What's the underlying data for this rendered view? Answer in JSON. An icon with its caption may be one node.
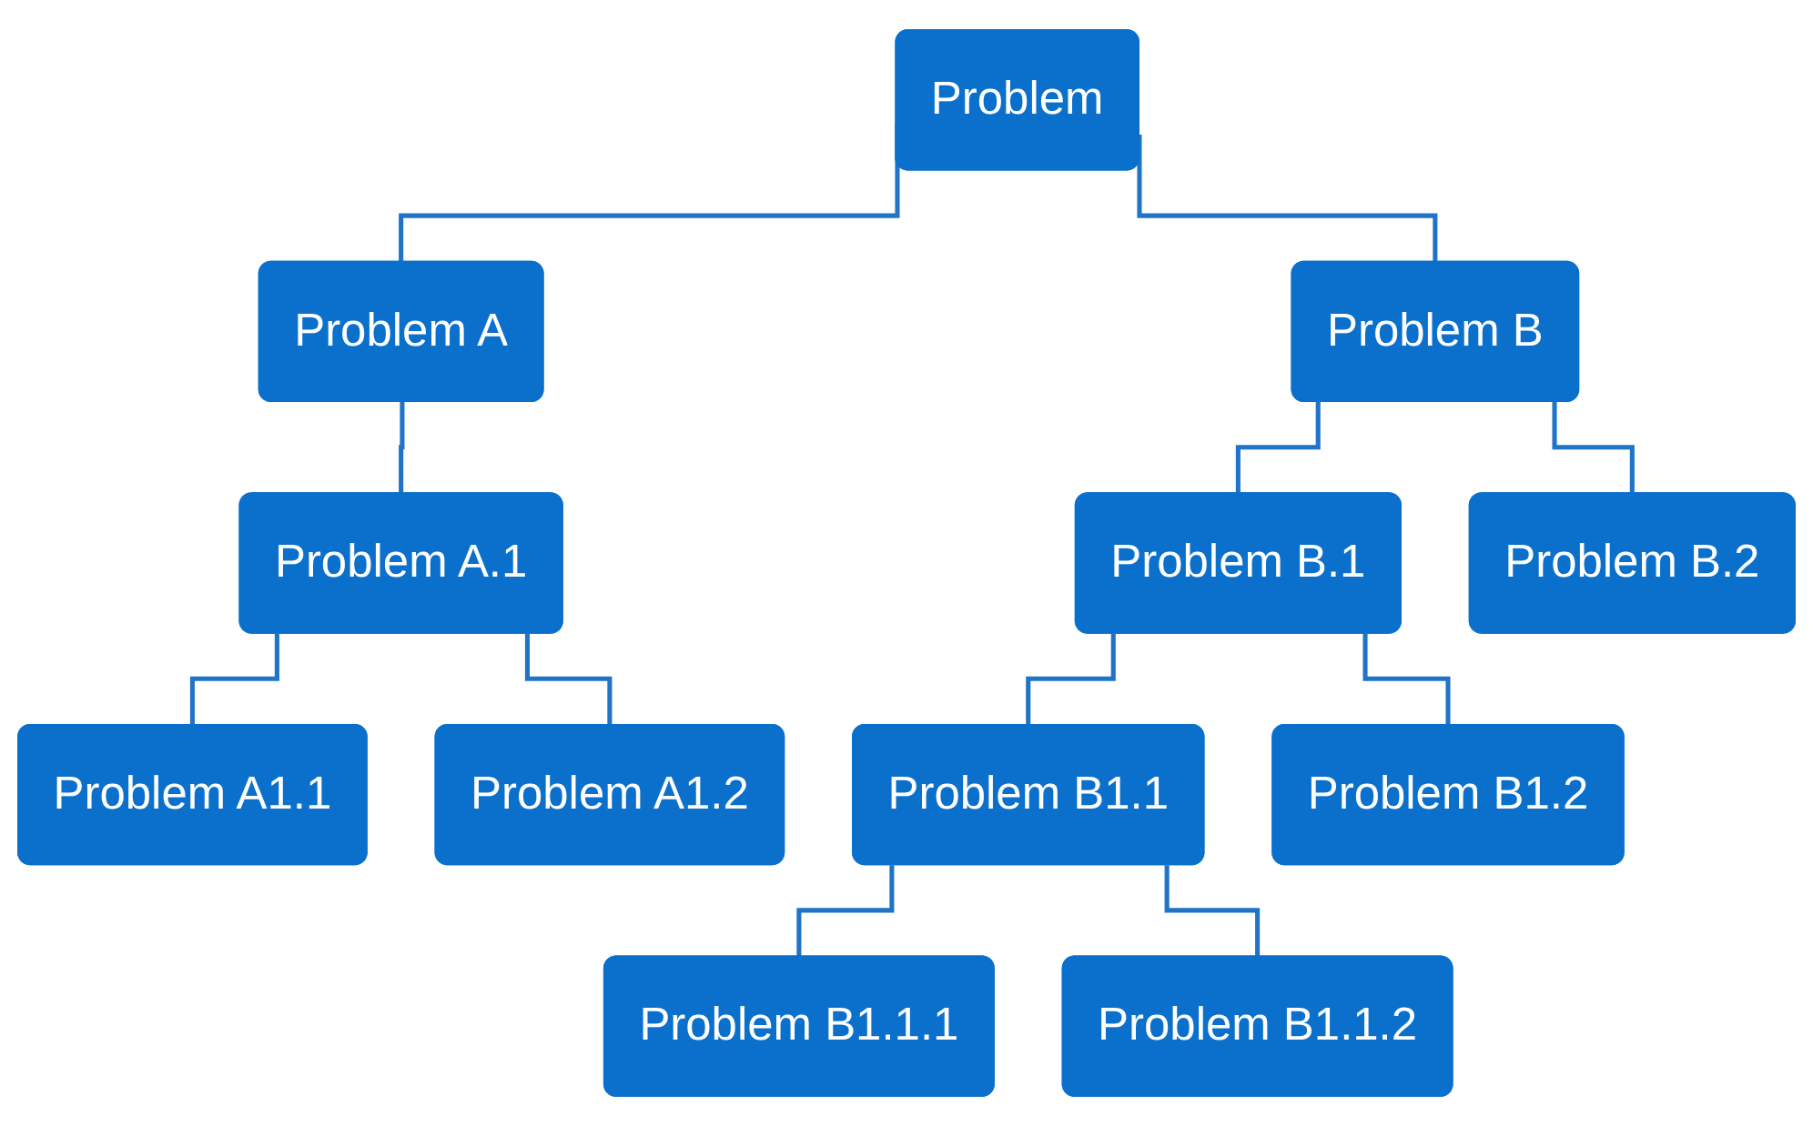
{
  "diagram": {
    "nodes": [
      {
        "text": [
          "Problem"
        ]
      },
      {
        "text": [
          "Problem A"
        ]
      },
      {
        "text": [
          "Problem B"
        ]
      },
      {
        "text": [
          "Problem A.1"
        ]
      },
      {
        "text": [
          "Problem A1.1"
        ]
      },
      {
        "text": [
          "Problem A1.2"
        ]
      },
      {
        "text": [
          "Problem B.1"
        ]
      },
      {
        "text": [
          "Problem B.2"
        ]
      },
      {
        "text": [
          "Problem B1.1"
        ]
      },
      {
        "text": [
          "Problem B1.2"
        ]
      },
      {
        "text": [
          "Problem B1.1.1"
        ]
      },
      {
        "text": [
          "Problem B1.1.2"
        ]
      }
    ],
    "edges": [
      {
        "from": 0,
        "to": 1,
        "arrow": "none"
      },
      {
        "from": 0,
        "to": 2,
        "arrow": "none"
      },
      {
        "from": 1,
        "to": 3,
        "arrow": "none"
      },
      {
        "from": 3,
        "to": 4,
        "arrow": "none"
      },
      {
        "from": 3,
        "to": 5,
        "arrow": "none"
      },
      {
        "from": 2,
        "to": 6,
        "arrow": "none"
      },
      {
        "from": 2,
        "to": 7,
        "arrow": "none"
      },
      {
        "from": 6,
        "to": 8,
        "arrow": "none"
      },
      {
        "from": 6,
        "to": 9,
        "arrow": "none"
      },
      {
        "from": 8,
        "to": 10,
        "arrow": "none"
      },
      {
        "from": 8,
        "to": 11,
        "arrow": "none"
      }
    ]
  }
}
